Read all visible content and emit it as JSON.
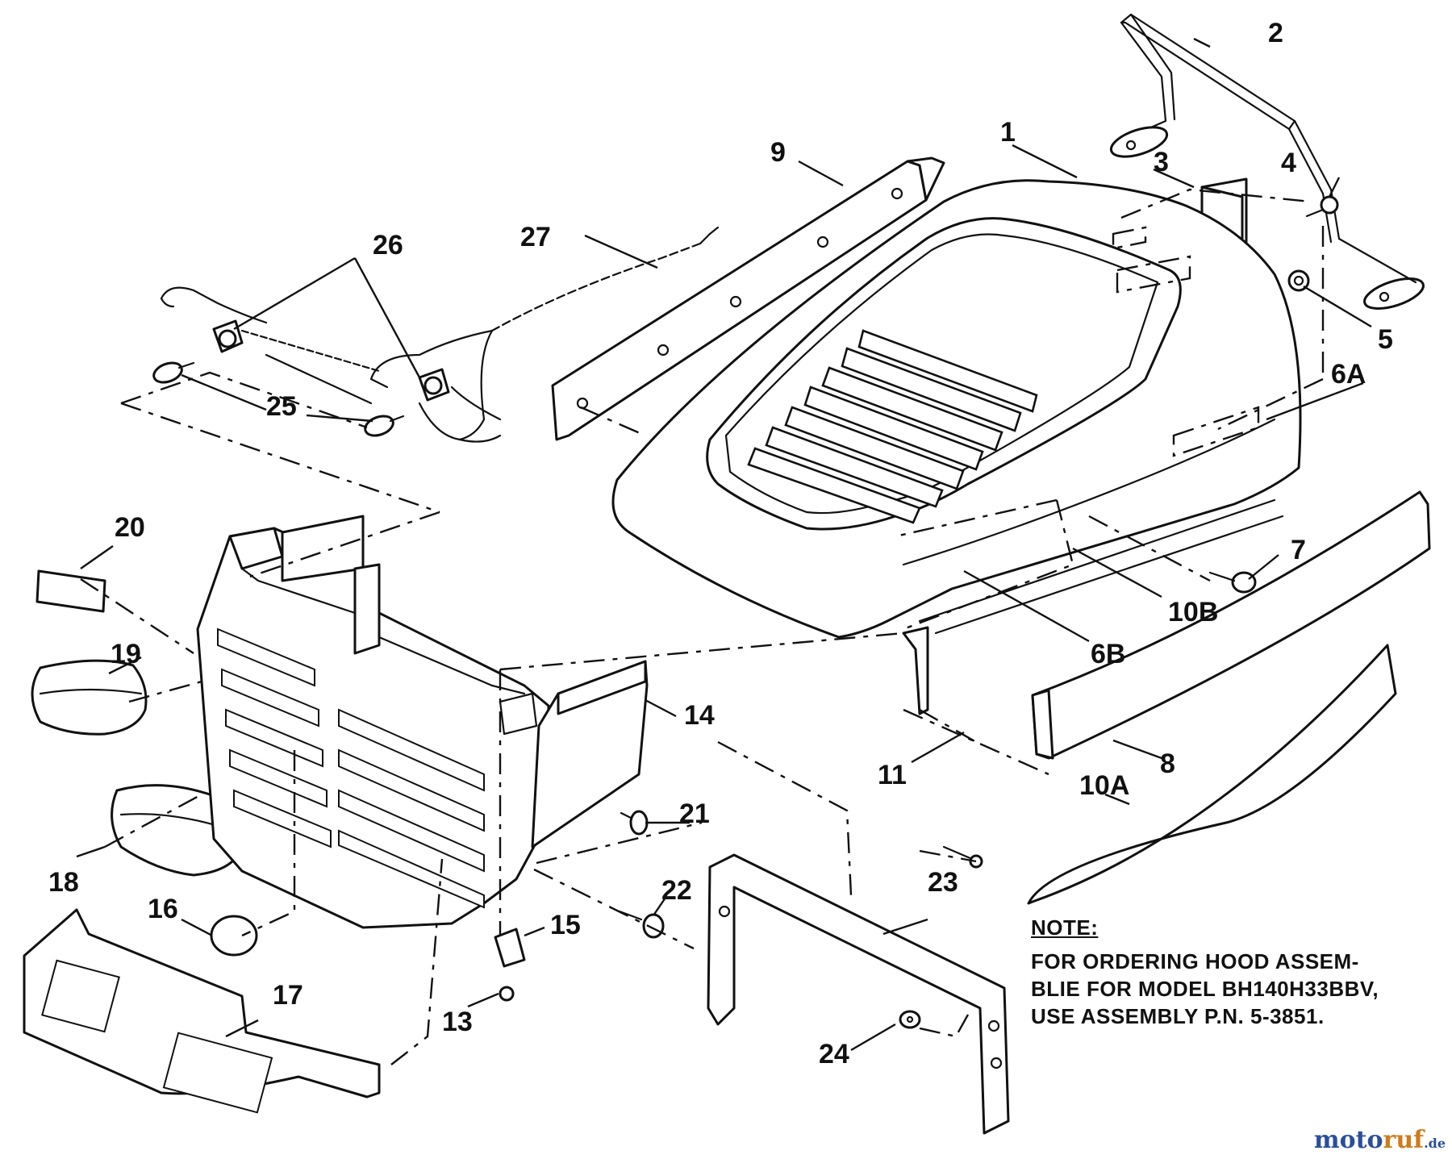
{
  "callouts": {
    "c1": "1",
    "c2": "2",
    "c3": "3",
    "c4": "4",
    "c5": "5",
    "c6A": "6A",
    "c6B": "6B",
    "c7": "7",
    "c8": "8",
    "c9": "9",
    "c10A": "10A",
    "c10B": "10B",
    "c11": "11",
    "c13": "13",
    "c14": "14",
    "c15": "15",
    "c16": "16",
    "c17": "17",
    "c18": "18",
    "c19": "19",
    "c20": "20",
    "c21": "21",
    "c22": "22",
    "c23": "23",
    "c24": "24",
    "c25": "25",
    "c26": "26",
    "c27": "27"
  },
  "note": {
    "heading": "NOTE:",
    "lines": [
      "FOR ORDERING HOOD ASSEM-",
      "BLIE FOR MODEL BH140H33BBV,",
      "USE ASSEMBLY  P.N. 5-3851."
    ]
  },
  "watermark": {
    "part_a": "moto",
    "part_b": "ruf",
    "suffix": ".de"
  }
}
